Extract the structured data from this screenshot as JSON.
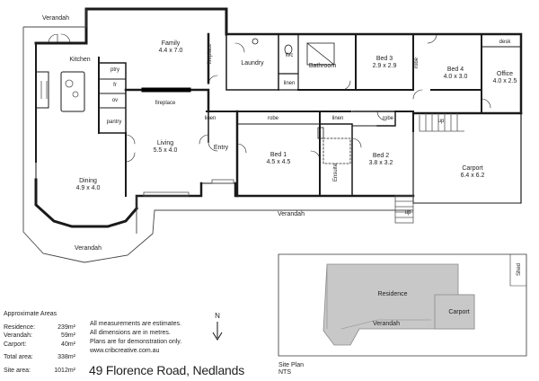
{
  "plan": {
    "rooms": {
      "family": {
        "name": "Family",
        "size": "4.4 x 7.0"
      },
      "kitchen": {
        "name": "Kitchen"
      },
      "ptry": {
        "name": "ptry"
      },
      "fr": {
        "name": "fr"
      },
      "ov": {
        "name": "ov"
      },
      "pantry": {
        "name": "pantry"
      },
      "fireplace_top": {
        "name": "fireplace"
      },
      "fireplace_living": {
        "name": "fireplace"
      },
      "laundry": {
        "name": "Laundry"
      },
      "wc": {
        "name": "Wc"
      },
      "bathroom": {
        "name": "Bathroom"
      },
      "linen_laundry": {
        "name": "linen"
      },
      "bed3": {
        "name": "Bed 3",
        "size": "2.9 x 2.9"
      },
      "robe_bed3": {
        "name": "robe"
      },
      "bed4": {
        "name": "Bed 4",
        "size": "4.0 x 3.0"
      },
      "desk": {
        "name": "desk"
      },
      "office": {
        "name": "Office",
        "size": "4.0 x 2.5"
      },
      "linen_living": {
        "name": "linen"
      },
      "living": {
        "name": "Living",
        "size": "5.5 x 4.0"
      },
      "entry": {
        "name": "Entry"
      },
      "robe_bed1": {
        "name": "robe"
      },
      "bed1": {
        "name": "Bed 1",
        "size": "4.5 x 4.5"
      },
      "linen_ensuite": {
        "name": "linen"
      },
      "ensuite": {
        "name": "Ensuite"
      },
      "robe_bed2": {
        "name": "robe"
      },
      "bed2": {
        "name": "Bed 2",
        "size": "3.8 x 3.2"
      },
      "up_carport": {
        "name": "up"
      },
      "carport": {
        "name": "Carport",
        "size": "6.4 x 6.2"
      },
      "dining": {
        "name": "Dining",
        "size": "4.9 x 4.0"
      },
      "verandah_top": {
        "name": "Verandah"
      },
      "verandah_front": {
        "name": "Verandah"
      },
      "verandah_dining": {
        "name": "Verandah"
      },
      "up_front": {
        "name": "up"
      }
    },
    "site_plan": {
      "residence": "Residence",
      "carport": "Carport",
      "verandah": "Verandah",
      "shed": "Shed",
      "title": "Site Plan",
      "scale": "NTS"
    },
    "north": "N"
  },
  "areas": {
    "heading": "Approximate Areas",
    "rows": [
      {
        "label": "Residence:",
        "value": "239m²"
      },
      {
        "label": "Verandah:",
        "value": "59m²"
      },
      {
        "label": "Carport:",
        "value": "40m²"
      },
      {
        "label": "Total area:",
        "value": "338m²"
      },
      {
        "label": "Site area:",
        "value": "1012m²"
      }
    ]
  },
  "notes": [
    "All measurements are estimates.",
    "All dimensions are in metres.",
    "Plans are for demonstration only.",
    "www.cribcreative.com.au"
  ],
  "address": "49 Florence Road, Nedlands",
  "colors": {
    "wall": "#1a1a1a",
    "site_building": "#c8c8c8",
    "line": "#333333"
  }
}
